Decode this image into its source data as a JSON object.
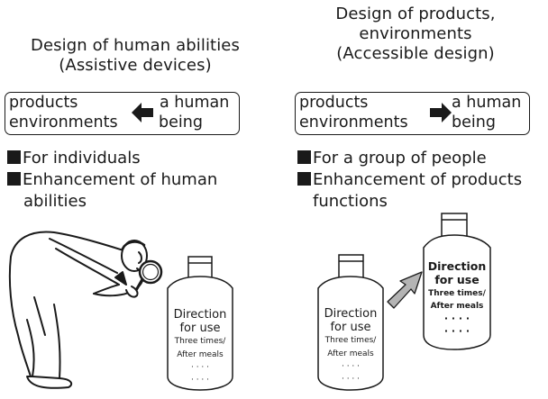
{
  "left": {
    "title_line1": "Design of human abilities",
    "title_line2": "(Assistive devices)",
    "box": {
      "products": "products",
      "environments": "environments",
      "a_human": "a human",
      "being": "being"
    },
    "bullets": [
      "For individuals",
      "Enhancement of human"
    ],
    "bullet_continuation": "abilities"
  },
  "right": {
    "title_line1": "Design of products,",
    "title_line2": "environments",
    "title_line3": "(Accessible design)",
    "box": {
      "products": "products",
      "environments": "environments",
      "a_human": "a human",
      "being": "being"
    },
    "bullets": [
      "For a group of people",
      "Enhancement of products"
    ],
    "bullet_continuation": "functions"
  },
  "bottle_label": {
    "line1": "Direction",
    "line2": "for use",
    "line3": "Three times/",
    "line4": "After meals",
    "dots": "· · · ·"
  }
}
